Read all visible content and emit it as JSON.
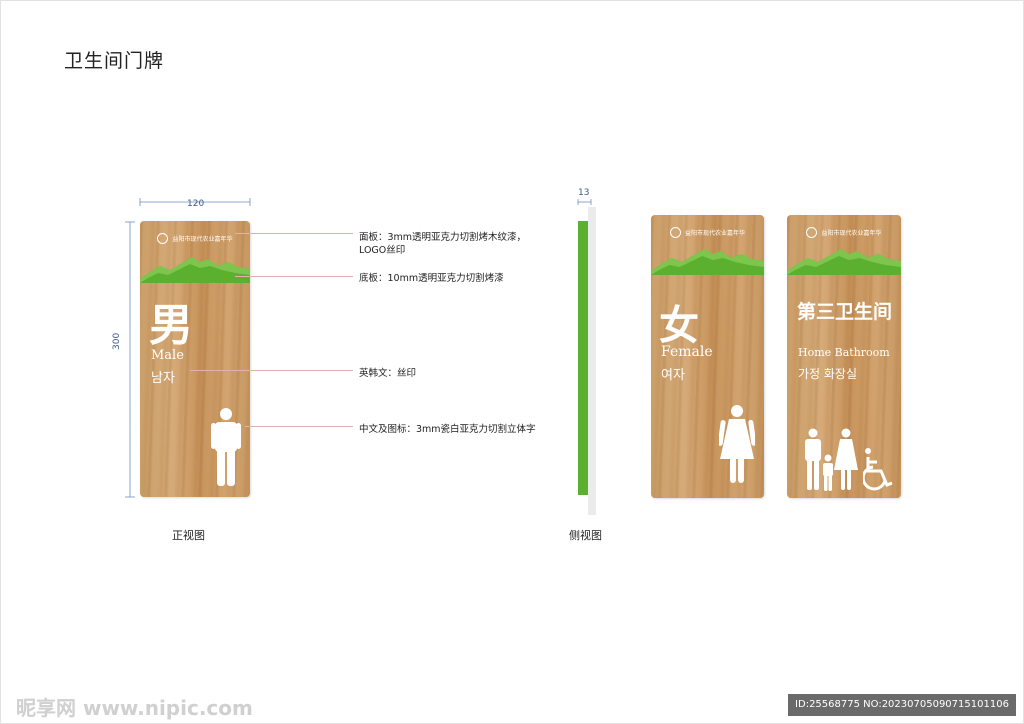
{
  "title": "卫生间门牌",
  "signs": {
    "logo_text": "益阳市现代农业嘉年华",
    "male": {
      "zh": "男",
      "en": "Male",
      "ko": "남자"
    },
    "female": {
      "zh": "女",
      "en": "Female",
      "ko": "여자"
    },
    "family": {
      "zh": "第三卫生间",
      "en": "Home Bathroom",
      "ko": "가정 화장실"
    }
  },
  "dimensions": {
    "width": "120",
    "height": "300",
    "thickness": "13"
  },
  "annotations": {
    "panel_line1": "面板：3mm透明亚克力切割烤木纹漆，",
    "panel_line2": "LOGO丝印",
    "base": "底板：10mm透明亚克力切割烤漆",
    "text_en_ko": "英韩文：丝印",
    "text_zh_icon": "中文及图标：3mm瓷白亚克力切割立体字"
  },
  "captions": {
    "front": "正视图",
    "side": "侧视图"
  },
  "watermark": {
    "site": "昵享网 www.nipic.com",
    "id": "ID:25568775 NO:20230705090715101106"
  },
  "colors": {
    "wood": "#c8995f",
    "green": "#5bb02f",
    "dim_blue": "#3a5a8a",
    "leader": "#e3b0b0"
  },
  "icons": [
    "male-figure-icon",
    "female-figure-icon",
    "family-restroom-icon",
    "wheelchair-icon",
    "mountain-icon"
  ]
}
